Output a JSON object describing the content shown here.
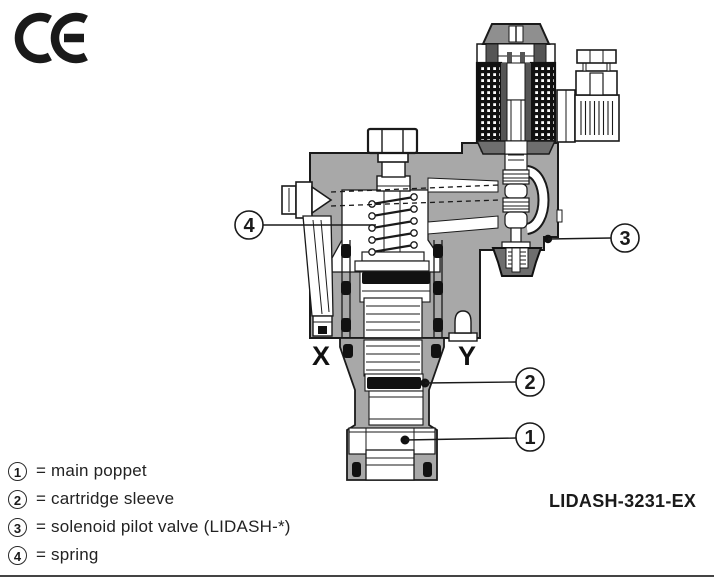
{
  "ce_mark": "CE",
  "figure": {
    "model_label": "LIDASH-3231-EX",
    "port_labels": {
      "x": "X",
      "y": "Y"
    },
    "callouts": [
      {
        "num": "1"
      },
      {
        "num": "2"
      },
      {
        "num": "3"
      },
      {
        "num": "4"
      }
    ]
  },
  "legend": {
    "items": [
      {
        "num": "1",
        "text": "= main poppet"
      },
      {
        "num": "2",
        "text": "= cartridge sleeve"
      },
      {
        "num": "3",
        "text": "= solenoid pilot valve (LIDASH-*)"
      },
      {
        "num": "4",
        "text": "= spring"
      }
    ]
  },
  "colors": {
    "body_gray": "#a8a8a8",
    "dark_gray": "#6e6e6e",
    "coil_black": "#111111",
    "outline": "#1a1a1a"
  }
}
